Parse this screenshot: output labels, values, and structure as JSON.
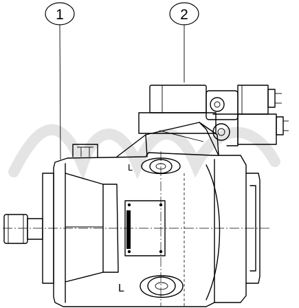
{
  "callouts": [
    {
      "label": "1"
    },
    {
      "label": "2"
    }
  ],
  "port_labels": {
    "upper": "L",
    "lower": "L"
  }
}
